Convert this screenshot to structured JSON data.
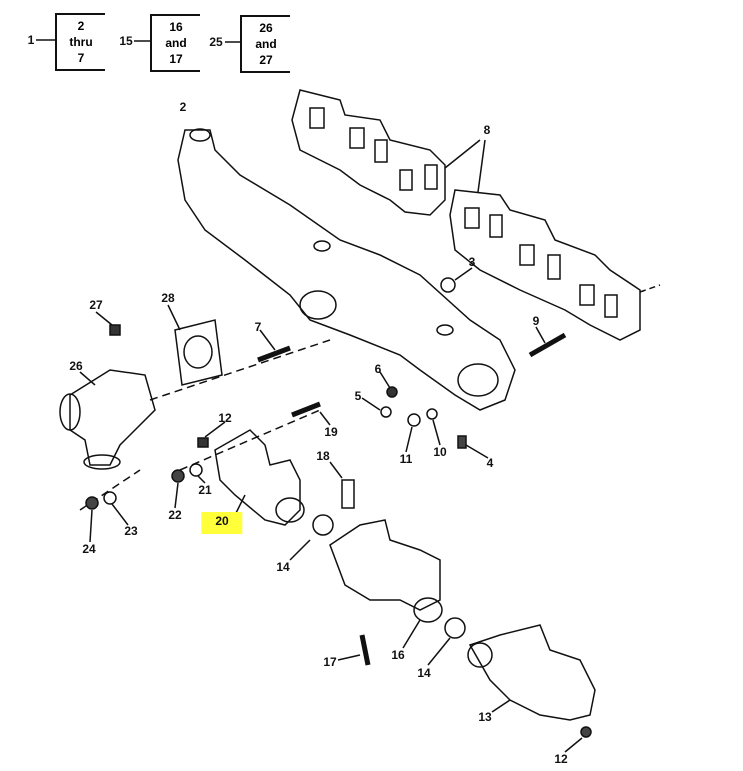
{
  "legend": [
    {
      "ref": "1",
      "lines": [
        "2",
        "thru",
        "7"
      ]
    },
    {
      "ref": "15",
      "lines": [
        "16",
        "and",
        "17"
      ]
    },
    {
      "ref": "25",
      "lines": [
        "26",
        "and",
        "27"
      ]
    }
  ],
  "callouts": {
    "c2": "2",
    "c8": "8",
    "c3": "3",
    "c27": "27",
    "c28": "28",
    "c7": "7",
    "c9": "9",
    "c26": "26",
    "c6": "6",
    "c5": "5",
    "c12a": "12",
    "c19": "19",
    "c18": "18",
    "c11": "11",
    "c10": "10",
    "c4": "4",
    "c21": "21",
    "c22": "22",
    "c20": "20",
    "c23": "23",
    "c24": "24",
    "c14a": "14",
    "c17": "17",
    "c16": "16",
    "c14b": "14",
    "c13": "13",
    "c12b": "12"
  },
  "highlight_color": "#ffff3a"
}
